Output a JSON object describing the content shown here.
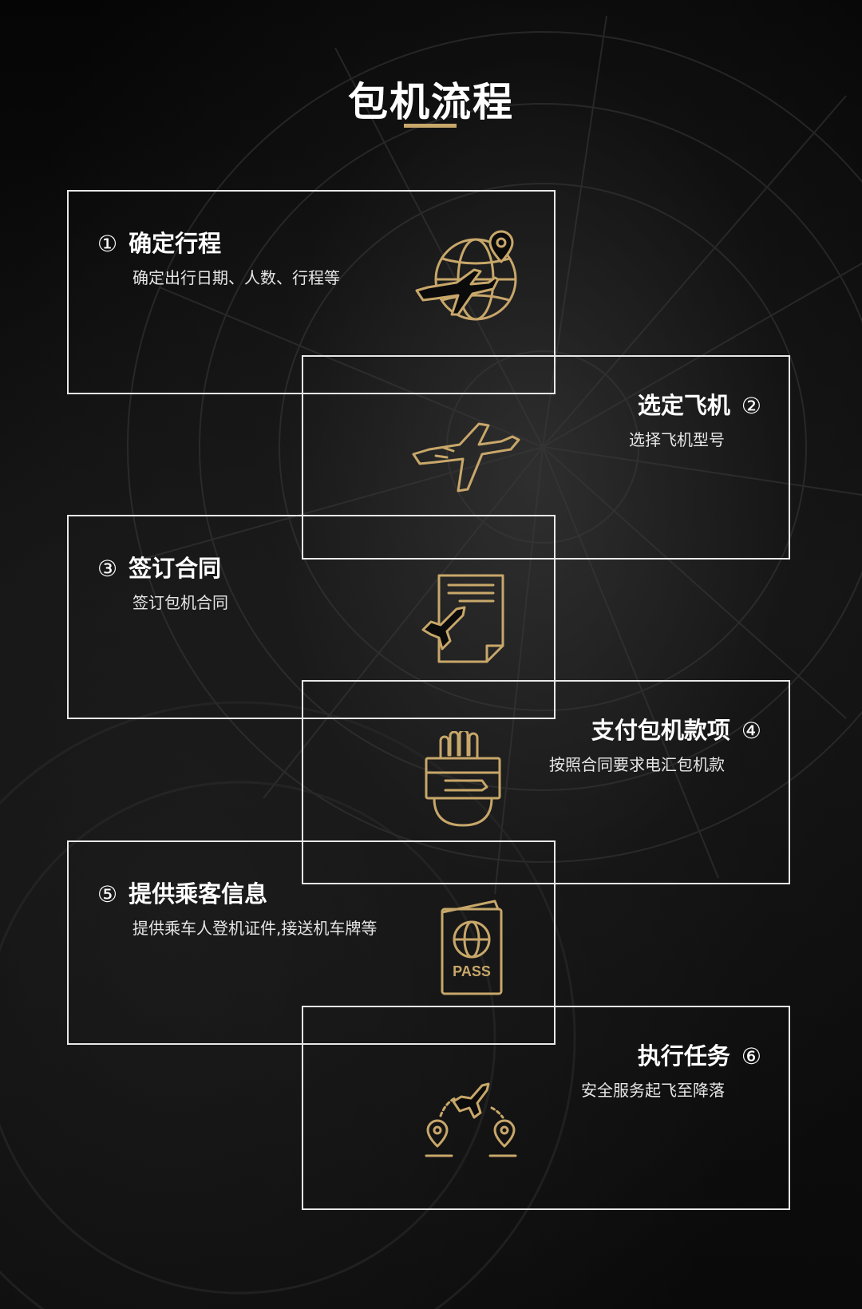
{
  "page": {
    "title": "包机流程"
  },
  "colors": {
    "gold": "#c8a76a",
    "border": "#e8e8e8",
    "background": "#0b0b0b"
  },
  "steps": [
    {
      "num": "①",
      "title": "确定行程",
      "sub": "确定出行日期、人数、行程等",
      "icon": "globe-plane-location-icon"
    },
    {
      "num": "②",
      "title": "选定飞机",
      "sub": "选择飞机型号",
      "icon": "airplane-icon"
    },
    {
      "num": "③",
      "title": "签订合同",
      "sub": "签订包机合同",
      "icon": "contract-document-plane-icon"
    },
    {
      "num": "④",
      "title": "支付包机款项",
      "sub": "按照合同要求电汇包机款",
      "icon": "card-payment-hand-icon"
    },
    {
      "num": "⑤",
      "title": "提供乘客信息",
      "sub": "提供乘车人登机证件,接送机车牌等",
      "icon": "passport-icon",
      "icon_text": "PASS"
    },
    {
      "num": "⑥",
      "title": "执行任务",
      "sub": "安全服务起飞至降落",
      "icon": "flight-route-icon"
    }
  ]
}
